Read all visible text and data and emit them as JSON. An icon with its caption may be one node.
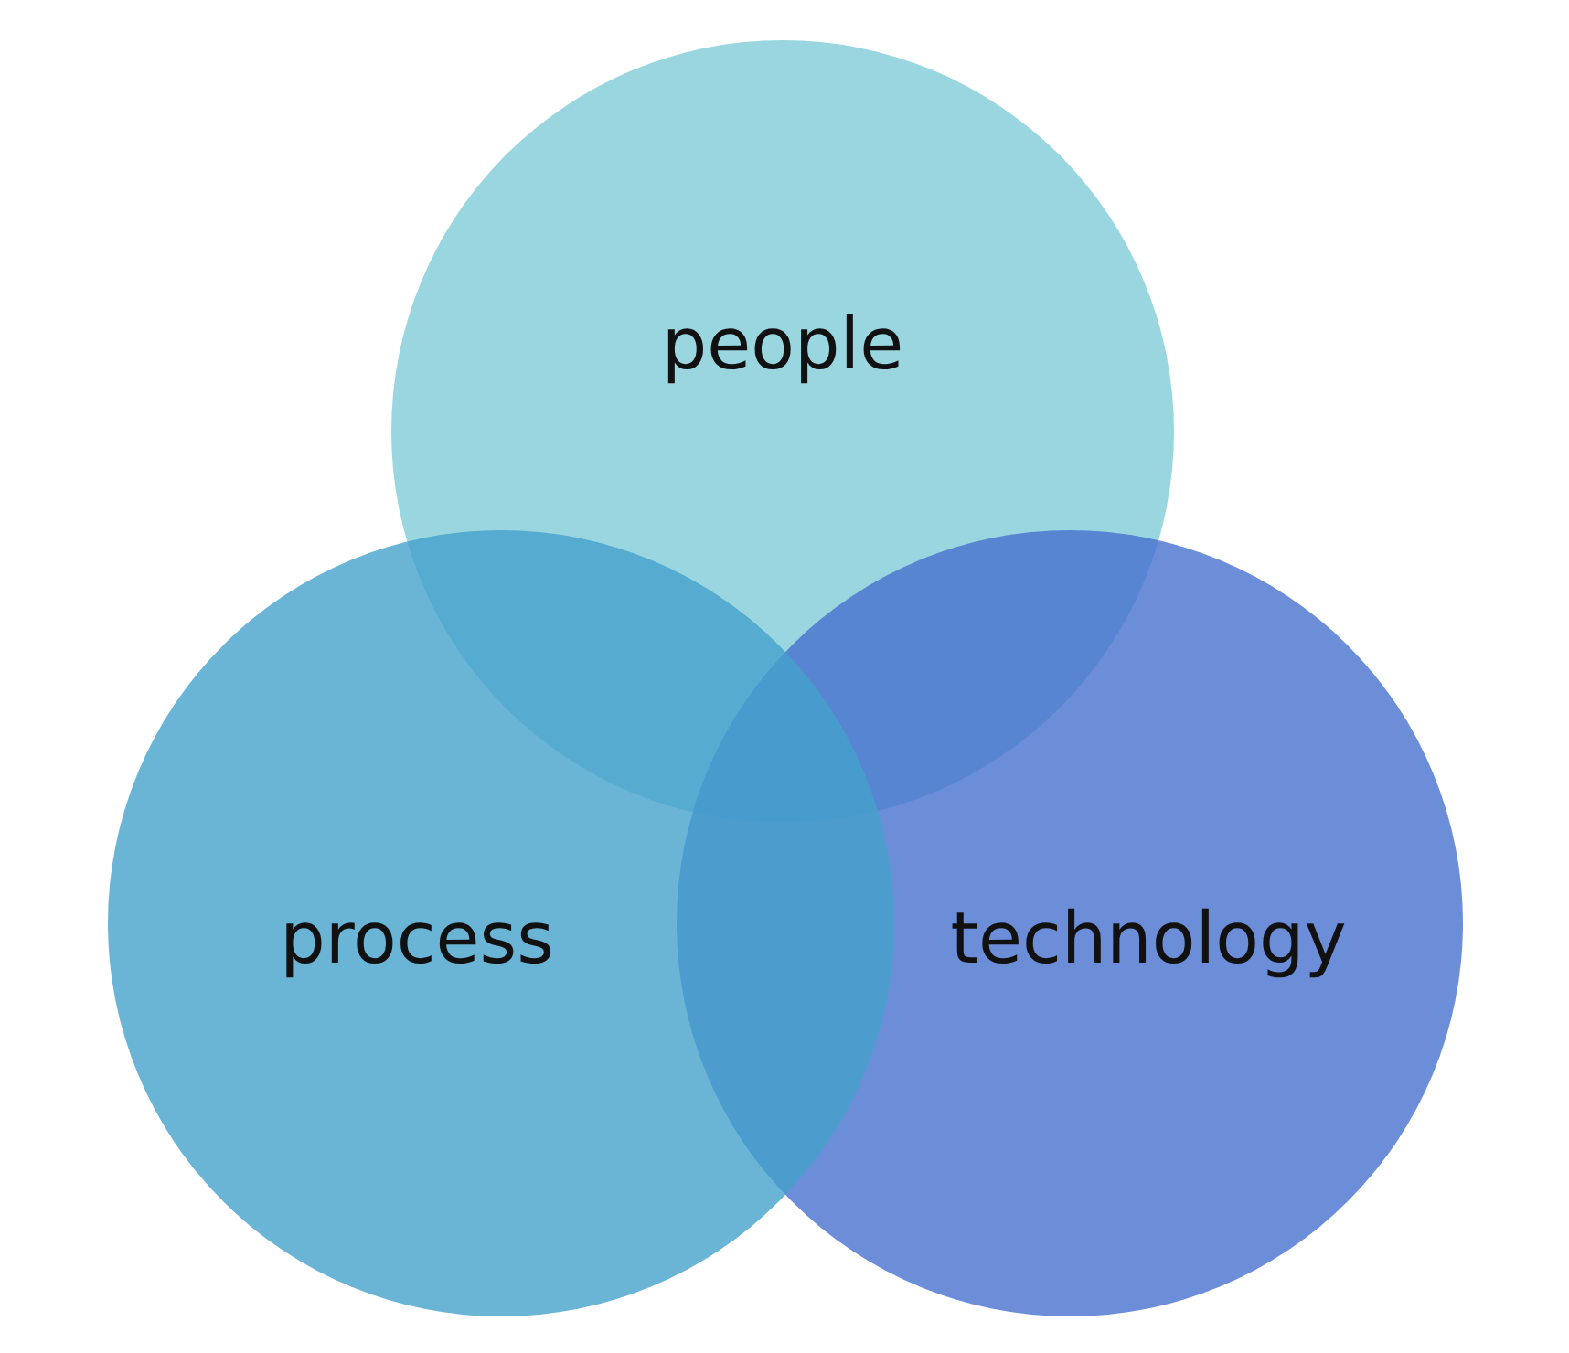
{
  "diagram": {
    "nodes": [
      {
        "text": [
          "people"
        ]
      },
      {
        "text": [
          "process"
        ]
      },
      {
        "text": [
          "technology"
        ]
      }
    ]
  }
}
